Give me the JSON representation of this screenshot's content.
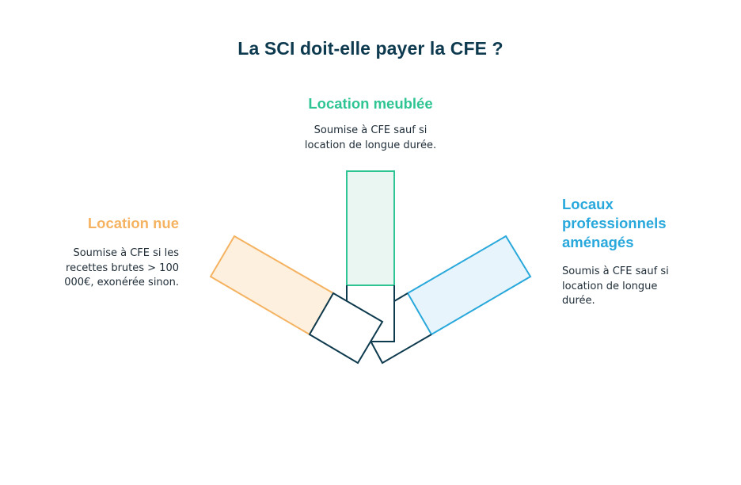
{
  "title": "La SCI doit-elle payer la CFE ?",
  "colors": {
    "title": "#0e3a50",
    "meublee": "#2ec493",
    "meublee_fill": "#e9f6f1",
    "nue": "#f5b362",
    "nue_fill": "#fdf0df",
    "pro": "#29a8dc",
    "pro_fill": "#e8f4fb",
    "dark_outline": "#0e3a4e"
  },
  "categories": [
    {
      "id": "meublee",
      "heading": "Location meublée",
      "description": "Soumise à CFE sauf si location de longue durée."
    },
    {
      "id": "nue",
      "heading": "Location nue",
      "description": "Soumise à CFE si les recettes brutes > 100 000€, exonérée sinon."
    },
    {
      "id": "pro",
      "heading": "Locaux professionnels aménagés",
      "description": "Soumis à CFE sauf si location de longue durée."
    }
  ]
}
